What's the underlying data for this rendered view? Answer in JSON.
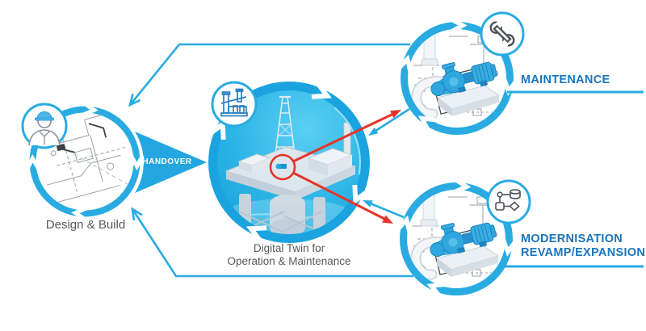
{
  "diagram": {
    "design_build": {
      "label": "Design & Build",
      "icon": "engineer-icon"
    },
    "handover": {
      "label": "HANDOVER"
    },
    "digital_twin": {
      "label_line1": "Digital Twin for",
      "label_line2": "Operation & Maintenance",
      "icon": "factory-icon"
    },
    "maintenance": {
      "label": "MAINTENANCE",
      "icon": "wrench-icon"
    },
    "modernisation": {
      "label_line1": "MODERNISATION",
      "label_line2": "REVAMP/EXPANSION",
      "icon": "flowchart-icon"
    },
    "colors": {
      "ring_blue": "#29abe2",
      "center_ring_blue": "#1aa3de",
      "label_blue": "#1b75bc",
      "arrow_red": "#e63529",
      "text_gray": "#55595e",
      "cyan_fill": "#2cb4e6"
    }
  }
}
